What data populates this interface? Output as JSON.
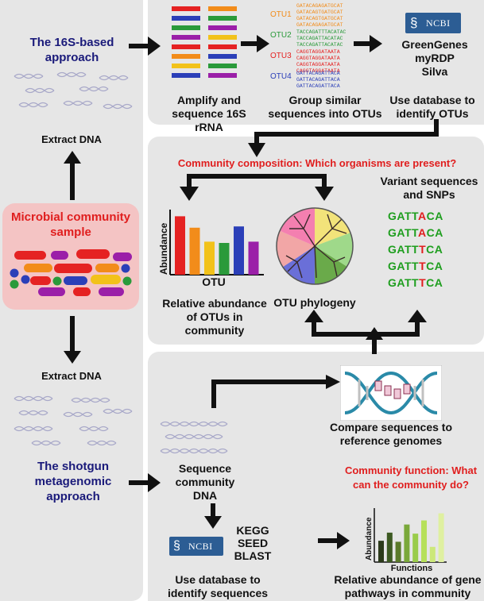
{
  "left": {
    "approach_16s": "The 16S-based approach",
    "extract_top": "Extract DNA",
    "sample": "Microbial community sample",
    "extract_bottom": "Extract DNA",
    "approach_shotgun": "The shotgun metagenomic approach"
  },
  "top": {
    "step1": "Amplify and sequence 16S rRNA",
    "step2": "Group similar sequences into OTUs",
    "step3": "Use database to identify OTUs",
    "otu_labels": [
      "OTU1",
      "OTU2",
      "OTU3",
      "OTU4"
    ],
    "databases": [
      "GreenGenes",
      "myRDP",
      "Silva"
    ],
    "ncbi": "NCBI"
  },
  "composition": {
    "title": "Community composition: Which organisms are present?",
    "bar_x": "OTU",
    "bar_y": "Abundance",
    "bar_caption": "Relative abundance of OTUs in community",
    "phylo_caption": "OTU phylogeny",
    "snp_title": "Variant sequences and SNPs",
    "snp_rows": [
      {
        "pre": "GATT",
        "var": "A",
        "post": "CA"
      },
      {
        "pre": "GATT",
        "var": "A",
        "post": "CA"
      },
      {
        "pre": "GATT",
        "var": "T",
        "post": "CA"
      },
      {
        "pre": "GATT",
        "var": "T",
        "post": "CA"
      },
      {
        "pre": "GATT",
        "var": "T",
        "post": "CA"
      }
    ]
  },
  "shotgun": {
    "compare": "Compare sequences to reference genomes",
    "sequence": "Sequence community DNA",
    "dbs": [
      "KEGG",
      "SEED",
      "BLAST"
    ],
    "ncbi": "NCBI",
    "use_db": "Use database to identify sequences",
    "function_title": "Community function: What can the community do?",
    "func_x": "Functions",
    "func_y": "Abundance",
    "func_caption": "Relative abundance of gene pathways in community"
  },
  "colors": {
    "panel": "#e6e6e6",
    "navy": "#1a1a7a",
    "red": "#e01e1e",
    "snp_green": "#1e9e1e"
  }
}
